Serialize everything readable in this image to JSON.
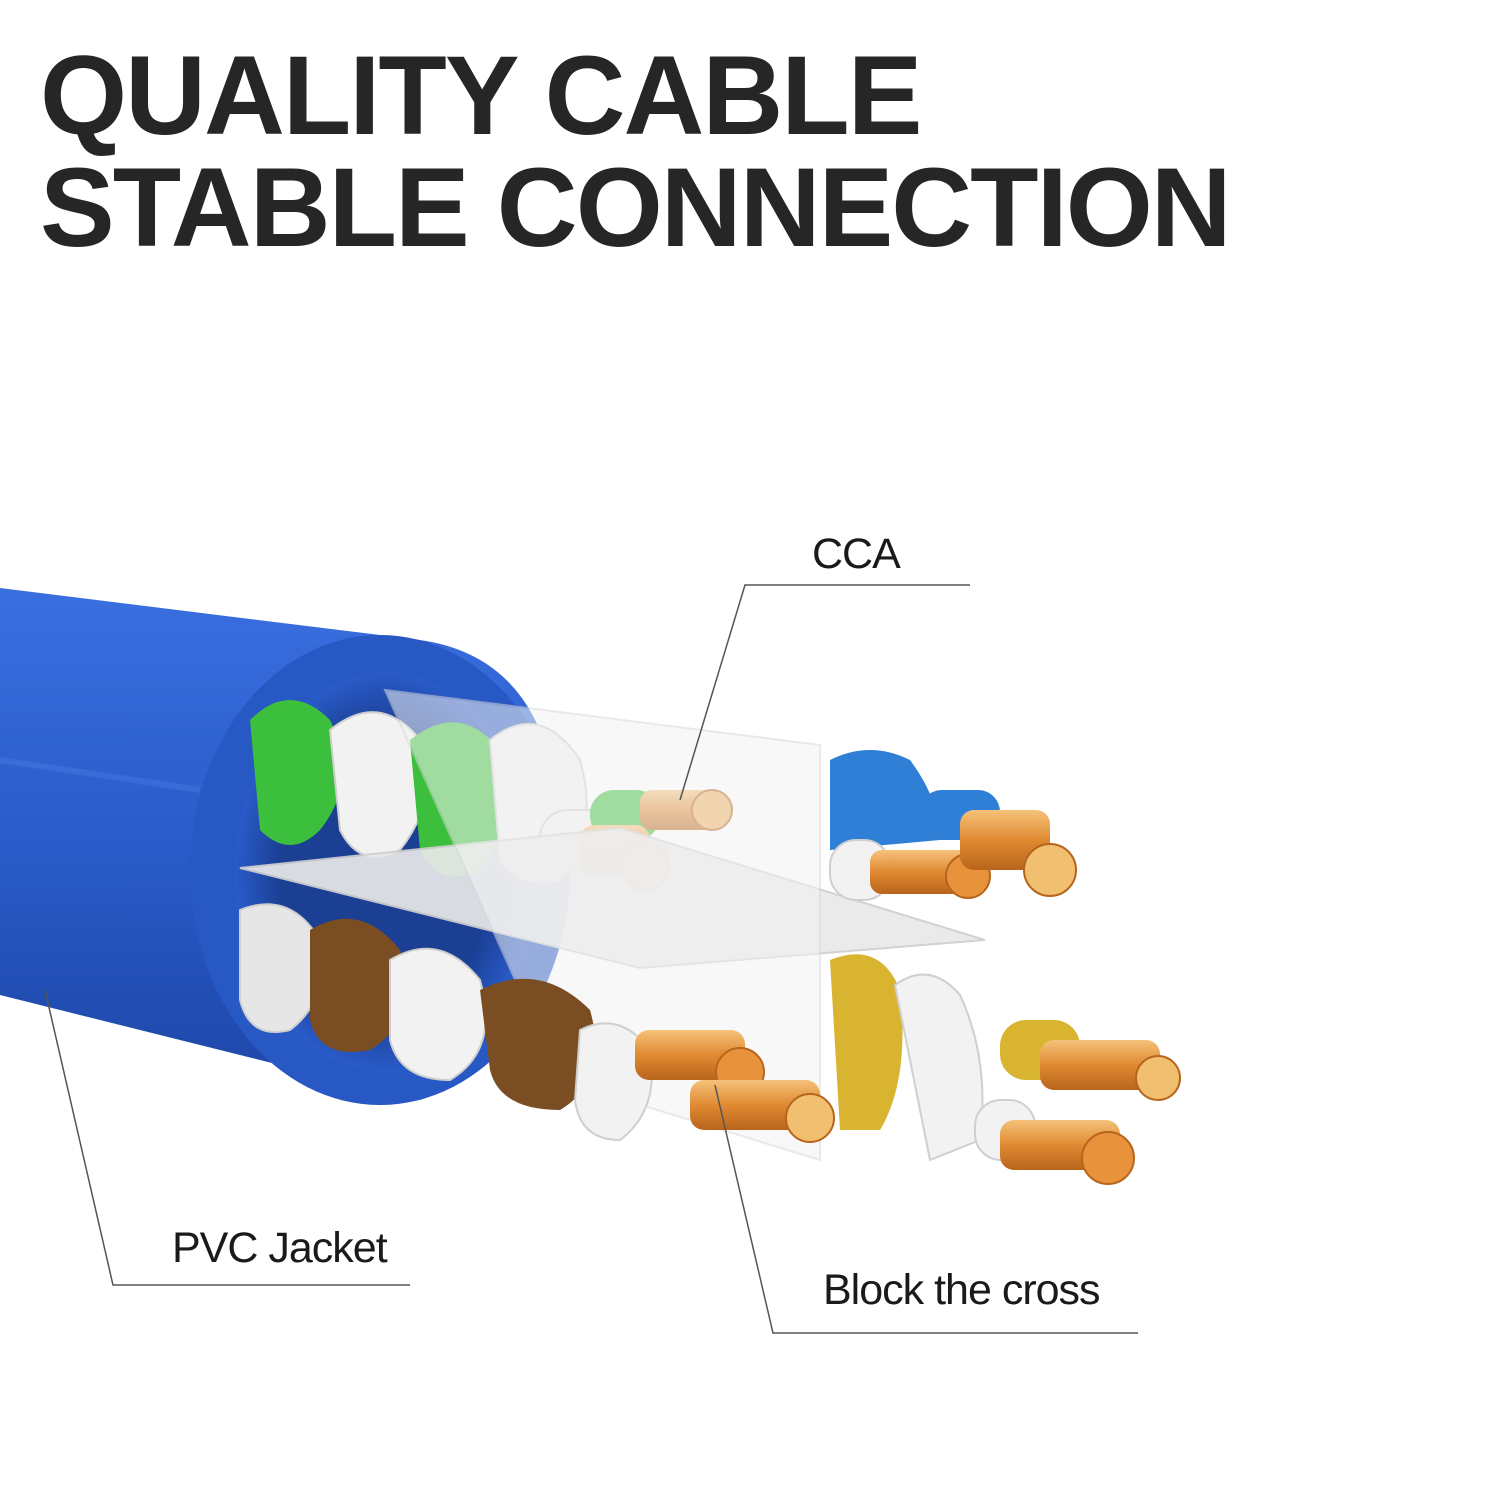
{
  "headline": {
    "line1": "QUALITY CABLE",
    "line2": "STABLE CONNECTION"
  },
  "callouts": {
    "cca": "CCA",
    "pvc_jacket": "PVC Jacket",
    "block_the_cross": "Block the cross"
  },
  "colors": {
    "jacket": "#2a5bc9",
    "green_pair": "#3cbf3c",
    "brown_pair": "#7a4e22",
    "blue_pair": "#2f7fd6",
    "yellow_pair": "#d9b431",
    "copper": "#e8923c",
    "separator": "#e6e6e6",
    "leader_line": "#555555"
  }
}
